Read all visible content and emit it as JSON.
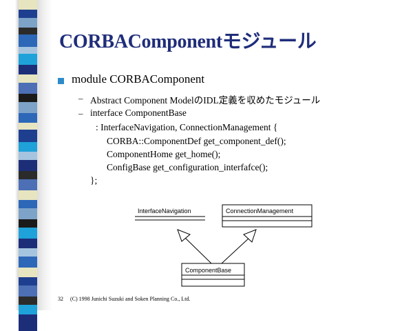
{
  "slide": {
    "title": "CORBAComponentモジュール",
    "bullet": "module CORBAComponent",
    "dash_symbol": "–",
    "sub_items": [
      "Abstract Component ModelのIDL定義を収めたモジュール",
      "interface ComponentBase"
    ],
    "code_lines": [
      ": InterfaceNavigation, ConnectionManagement {",
      "CORBA::ComponentDef get_component_def();",
      "ComponentHome get_home();",
      "ConfigBase get_configuration_interfafce();",
      "};"
    ]
  },
  "diagram": {
    "class_interface_navigation": "InterfaceNavigation",
    "class_connection_management": "ConnectionManagement",
    "class_component_base": "ComponentBase"
  },
  "footer": {
    "page_number": "32",
    "copyright": "(C) 1998  Junichi Suzuki and Soken Planning Co., Ltd."
  },
  "colors": {
    "title": "#1f2d7a",
    "bullet": "#2e8bc9",
    "stripes": [
      "#1e3f8f",
      "#7da3c8",
      "#2b2b2b",
      "#2c67b8",
      "#e7e4c0",
      "#1ea2d9",
      "#1a1a1a",
      "#4c6fb5",
      "#a5c4df",
      "#1c2e78"
    ]
  }
}
